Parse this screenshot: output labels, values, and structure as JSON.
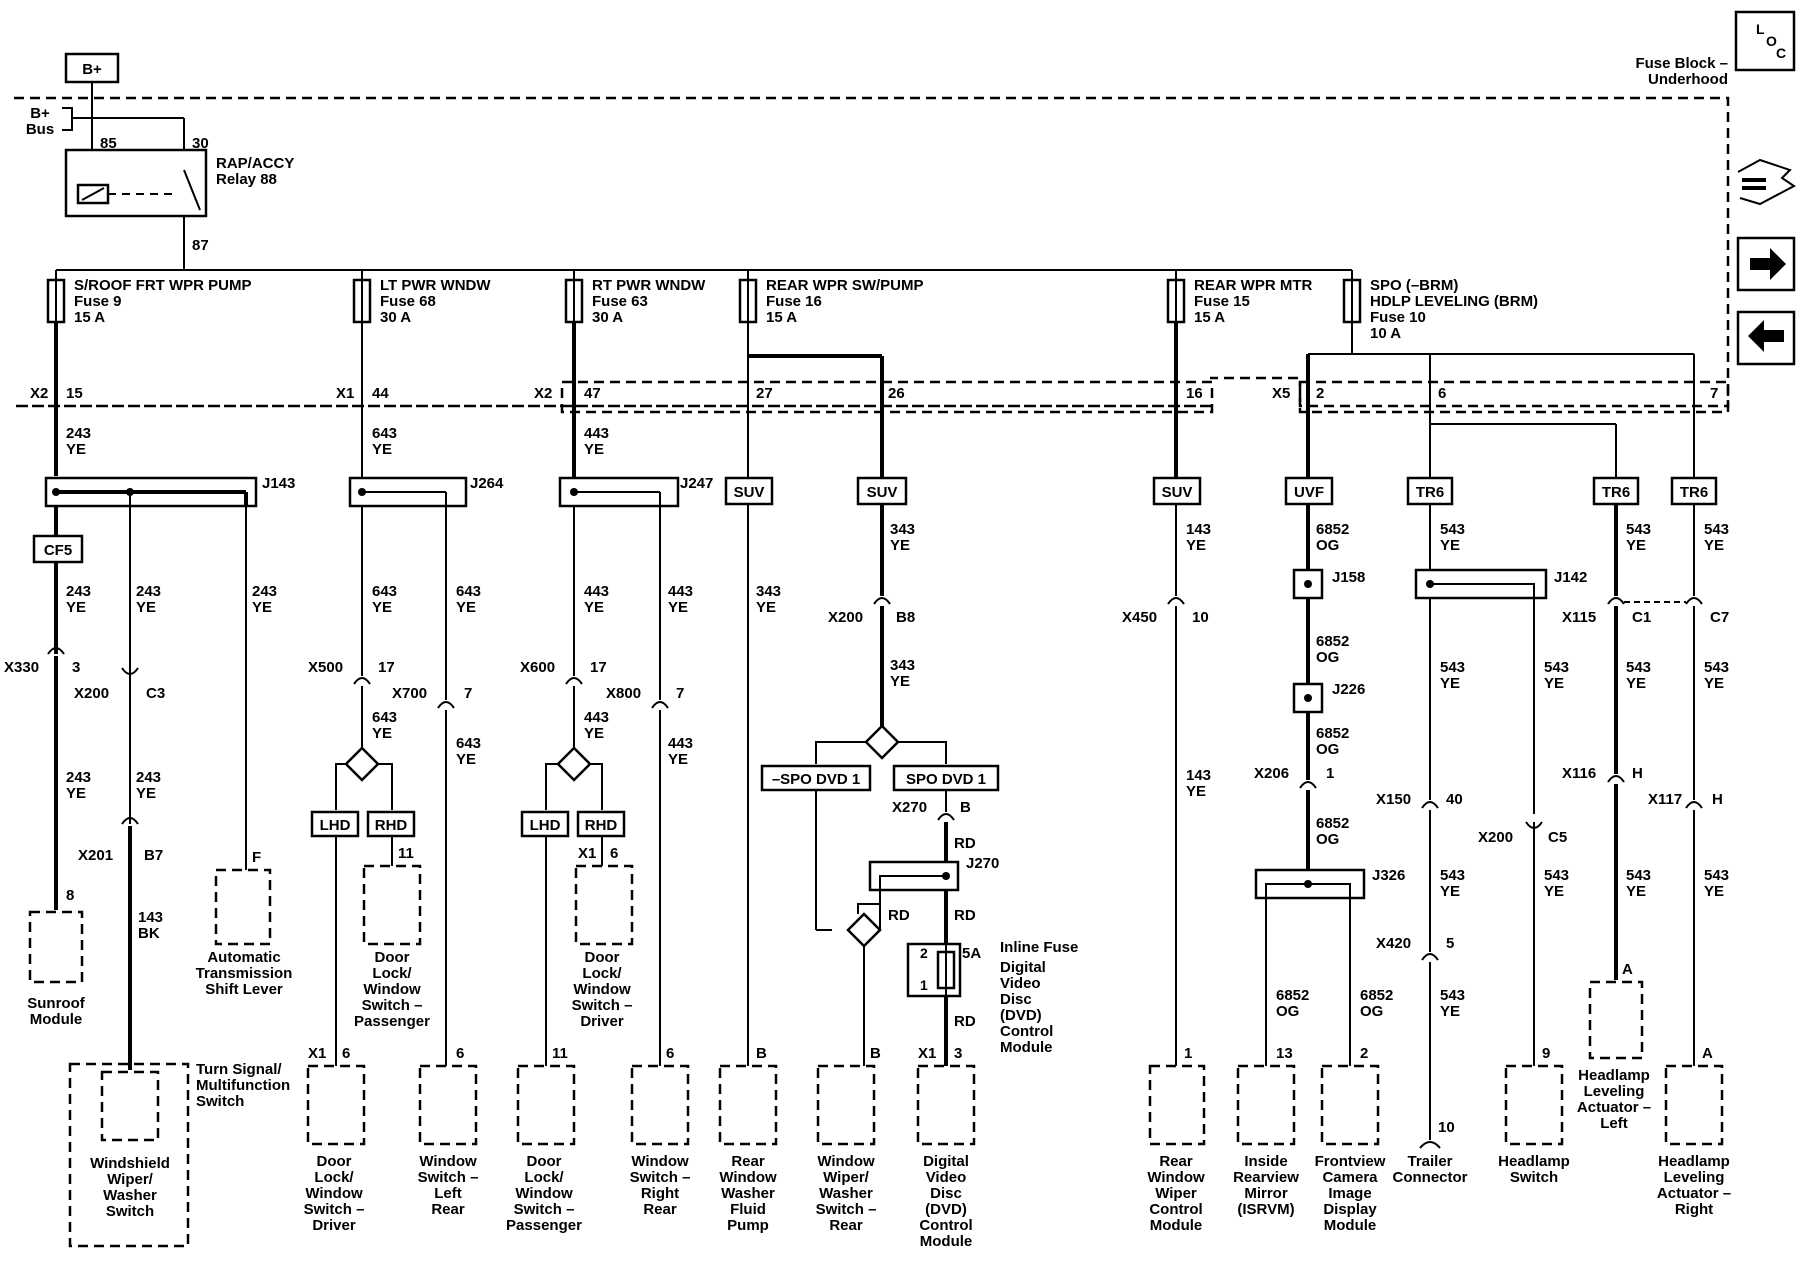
{
  "top": {
    "bplus": "B+",
    "fuse_block": [
      "Fuse Block –",
      "Underhood"
    ],
    "bus": [
      "B+",
      "Bus"
    ]
  },
  "nav": {
    "loc": [
      "L",
      "O",
      "C"
    ]
  },
  "relay": {
    "label": [
      "RAP/ACCY",
      "Relay 88"
    ],
    "pins": [
      "85",
      "30",
      "87"
    ]
  },
  "fuses": [
    {
      "lines": [
        "S/ROOF FRT WPR PUMP",
        "Fuse 9",
        "15 A"
      ]
    },
    {
      "lines": [
        "LT PWR WNDW",
        "Fuse 68",
        "30 A"
      ]
    },
    {
      "lines": [
        "RT PWR WNDW",
        "Fuse 63",
        "30 A"
      ]
    },
    {
      "lines": [
        "REAR WPR SW/PUMP",
        "Fuse 16",
        "15 A"
      ]
    },
    {
      "lines": [
        "REAR WPR MTR",
        "Fuse 15",
        "15 A"
      ]
    },
    {
      "lines": [
        "SPO (–BRM)",
        "HDLP LEVELING (BRM)",
        "Fuse 10",
        "10 A"
      ]
    }
  ],
  "connectors": {
    "x2": "X2",
    "x1": "X1",
    "x5": "X5"
  },
  "pins": [
    "15",
    "44",
    "47",
    "27",
    "26",
    "16",
    "2",
    "6",
    "7"
  ],
  "options": {
    "cf5": "CF5",
    "suv": "SUV",
    "uvf": "UVF",
    "tr6": "TR6",
    "lhd": "LHD",
    "rhd": "RHD",
    "no_dvd": "–SPO DVD 1",
    "dvd": "SPO DVD 1"
  },
  "splices": {
    "j143": "J143",
    "j264": "J264",
    "j247": "J247",
    "j158": "J158",
    "j226": "J226",
    "j142": "J142",
    "j270": "J270",
    "j326": "J326"
  },
  "wires": {
    "w243": "243",
    "w643": "643",
    "w443": "443",
    "w343": "343",
    "w143": "143",
    "w6852": "6852",
    "w543": "543",
    "ye": "YE",
    "bk": "BK",
    "og": "OG",
    "rd": "RD"
  },
  "inline": {
    "x330": "X330",
    "p3": "3",
    "x200": "X200",
    "c3": "C3",
    "x201": "X201",
    "b7": "B7",
    "x500": "X500",
    "p17": "17",
    "x700": "X700",
    "p7": "7",
    "x600": "X600",
    "x800": "X800",
    "b8": "B8",
    "x270": "X270",
    "pb": "B",
    "x450": "X450",
    "p10": "10",
    "x206": "X206",
    "p1": "1",
    "x115": "X115",
    "c1": "C1",
    "c7": "C7",
    "x116": "X116",
    "ph": "H",
    "x117": "X117",
    "x150": "X150",
    "p40": "40",
    "c5": "C5",
    "x420": "X420",
    "p5": "5"
  },
  "inline_fuse": {
    "title": "Inline Fuse",
    "rating": "5A",
    "pin2": "2",
    "pin1": "1"
  },
  "module_pins": {
    "p8": "8",
    "pf": "F",
    "p11": "11",
    "x1": "X1",
    "p6": "6",
    "p3": "3",
    "pb": "B",
    "p1": "1",
    "p13": "13",
    "p2": "2",
    "p9": "9",
    "pa": "A",
    "p10": "10"
  },
  "components": {
    "sunroof": [
      "Sunroof",
      "Module"
    ],
    "wiper_switch": [
      "Windshield",
      "Wiper/",
      "Washer",
      "Switch"
    ],
    "turn_signal": [
      "Turn Signal/",
      "Multifunction",
      "Switch"
    ],
    "trans_lever": [
      "Automatic",
      "Transmission",
      "Shift Lever"
    ],
    "door_lock_pass_upper": [
      "Door",
      "Lock/",
      "Window",
      "Switch –",
      "Passenger"
    ],
    "door_lock_driver_lower": [
      "Door",
      "Lock/",
      "Window",
      "Switch –",
      "Driver"
    ],
    "win_left_rear": [
      "Window",
      "Switch –",
      "Left",
      "Rear"
    ],
    "door_lock_driver_upper": [
      "Door",
      "Lock/",
      "Window",
      "Switch –",
      "Driver"
    ],
    "door_lock_pass_lower": [
      "Door",
      "Lock/",
      "Window",
      "Switch –",
      "Passenger"
    ],
    "win_right_rear": [
      "Window",
      "Switch –",
      "Right",
      "Rear"
    ],
    "rear_washer_pump": [
      "Rear",
      "Window",
      "Washer",
      "Fluid",
      "Pump"
    ],
    "rear_wiper_switch": [
      "Window",
      "Wiper/",
      "Washer",
      "Switch –",
      "Rear"
    ],
    "dvd_module": [
      "Digital",
      "Video",
      "Disc",
      "(DVD)",
      "Control",
      "Module"
    ],
    "dvd_module_note": [
      "Digital",
      "Video",
      "Disc",
      "(DVD)",
      "Control",
      "Module"
    ],
    "rear_wiper_module": [
      "Rear",
      "Window",
      "Wiper",
      "Control",
      "Module"
    ],
    "isrvm": [
      "Inside",
      "Rearview",
      "Mirror",
      "(ISRVM)"
    ],
    "camera_module": [
      "Frontview",
      "Camera",
      "Image",
      "Display",
      "Module"
    ],
    "trailer": [
      "Trailer",
      "Connector"
    ],
    "headlamp_switch": [
      "Headlamp",
      "Switch"
    ],
    "hl_actuator_left": [
      "Headlamp",
      "Leveling",
      "Actuator –",
      "Left"
    ],
    "hl_actuator_right": [
      "Headlamp",
      "Leveling",
      "Actuator –",
      "Right"
    ]
  }
}
